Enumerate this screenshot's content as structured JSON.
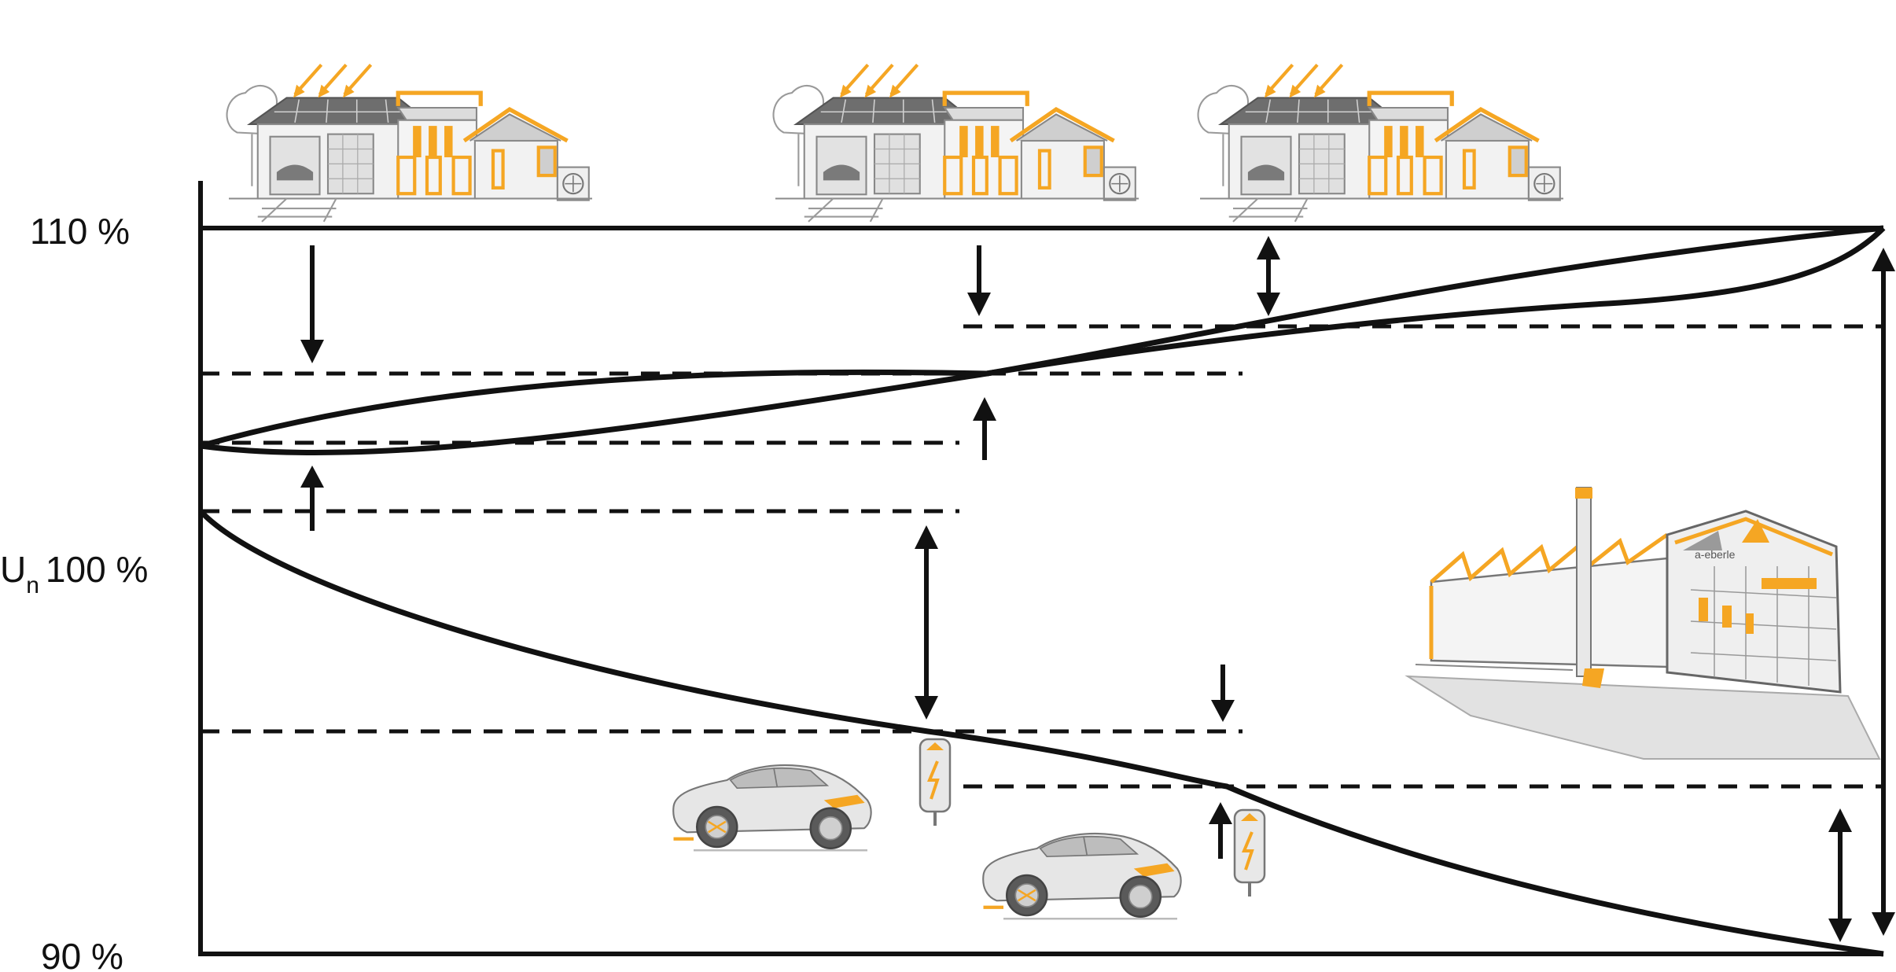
{
  "axis": {
    "labels": [
      {
        "id": "label-110",
        "text": "110 %"
      },
      {
        "id": "label-100-unit",
        "text": "U"
      },
      {
        "id": "label-100-sub",
        "text": "n"
      },
      {
        "id": "label-100-value",
        "text": "100 %"
      },
      {
        "id": "label-90",
        "text": "90 %"
      }
    ]
  },
  "logo_text": "a-eberle",
  "colors": {
    "line": "#111111",
    "accent": "#f5a623",
    "sketch": "#9a9a9a",
    "fill": "#e4e4e4"
  },
  "icons": [
    "solar-house-icon",
    "factory-icon",
    "electric-car-icon",
    "charging-station-icon",
    "sun-ray-icon"
  ]
}
